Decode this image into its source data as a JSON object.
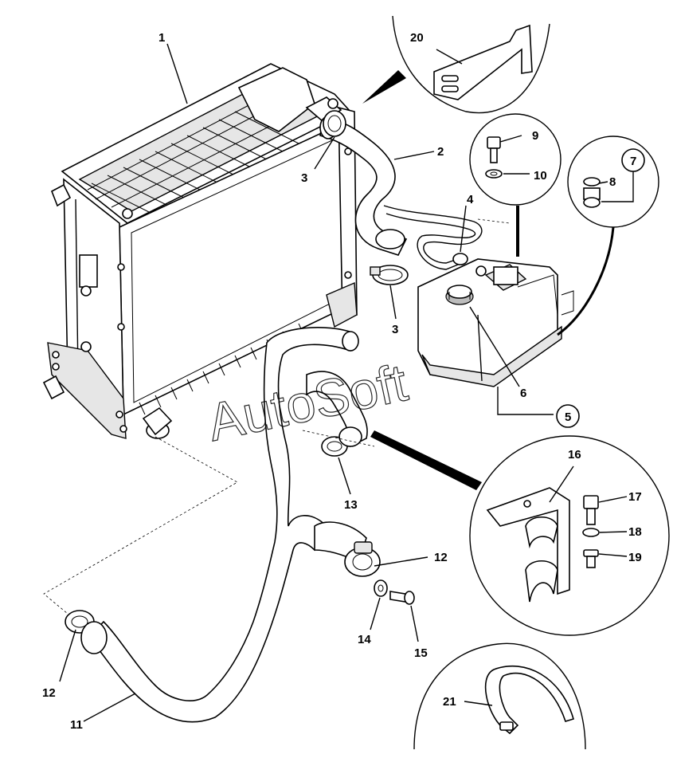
{
  "watermark": "AutoSoft",
  "callouts": {
    "c1": "1",
    "c2": "2",
    "c3a": "3",
    "c3b": "3",
    "c4": "4",
    "c5": "5",
    "c6": "6",
    "c7": "7",
    "c8": "8",
    "c9": "9",
    "c10": "10",
    "c11": "11",
    "c12a": "12",
    "c12b": "12",
    "c13": "13",
    "c14": "14",
    "c15": "15",
    "c16": "16",
    "c17": "17",
    "c18": "18",
    "c19": "19",
    "c20": "20",
    "c21": "21"
  }
}
